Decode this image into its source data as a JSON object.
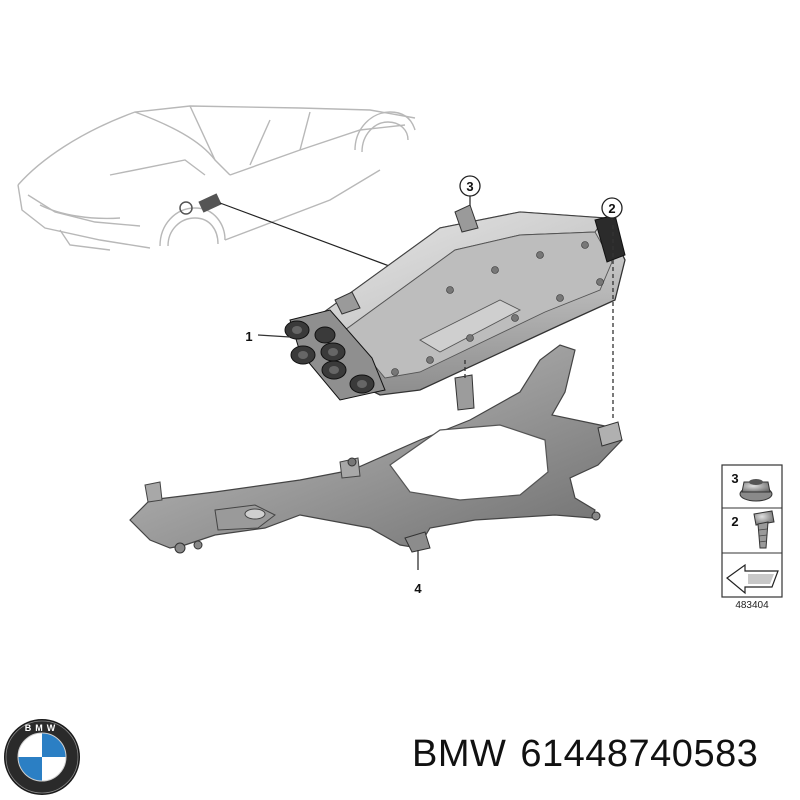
{
  "callouts": {
    "part1": "1",
    "part2": "2",
    "part3": "3",
    "part4": "4"
  },
  "legend": {
    "item_top_number": "3",
    "item_mid_number": "2",
    "diagram_id": "483404"
  },
  "brand": {
    "name": "BMW",
    "part_number": "61448740583",
    "logo_letters": "BMW",
    "logo_colors": {
      "blue": "#2b7fc4",
      "white": "#ffffff",
      "ring": "#1a1a1a"
    }
  }
}
